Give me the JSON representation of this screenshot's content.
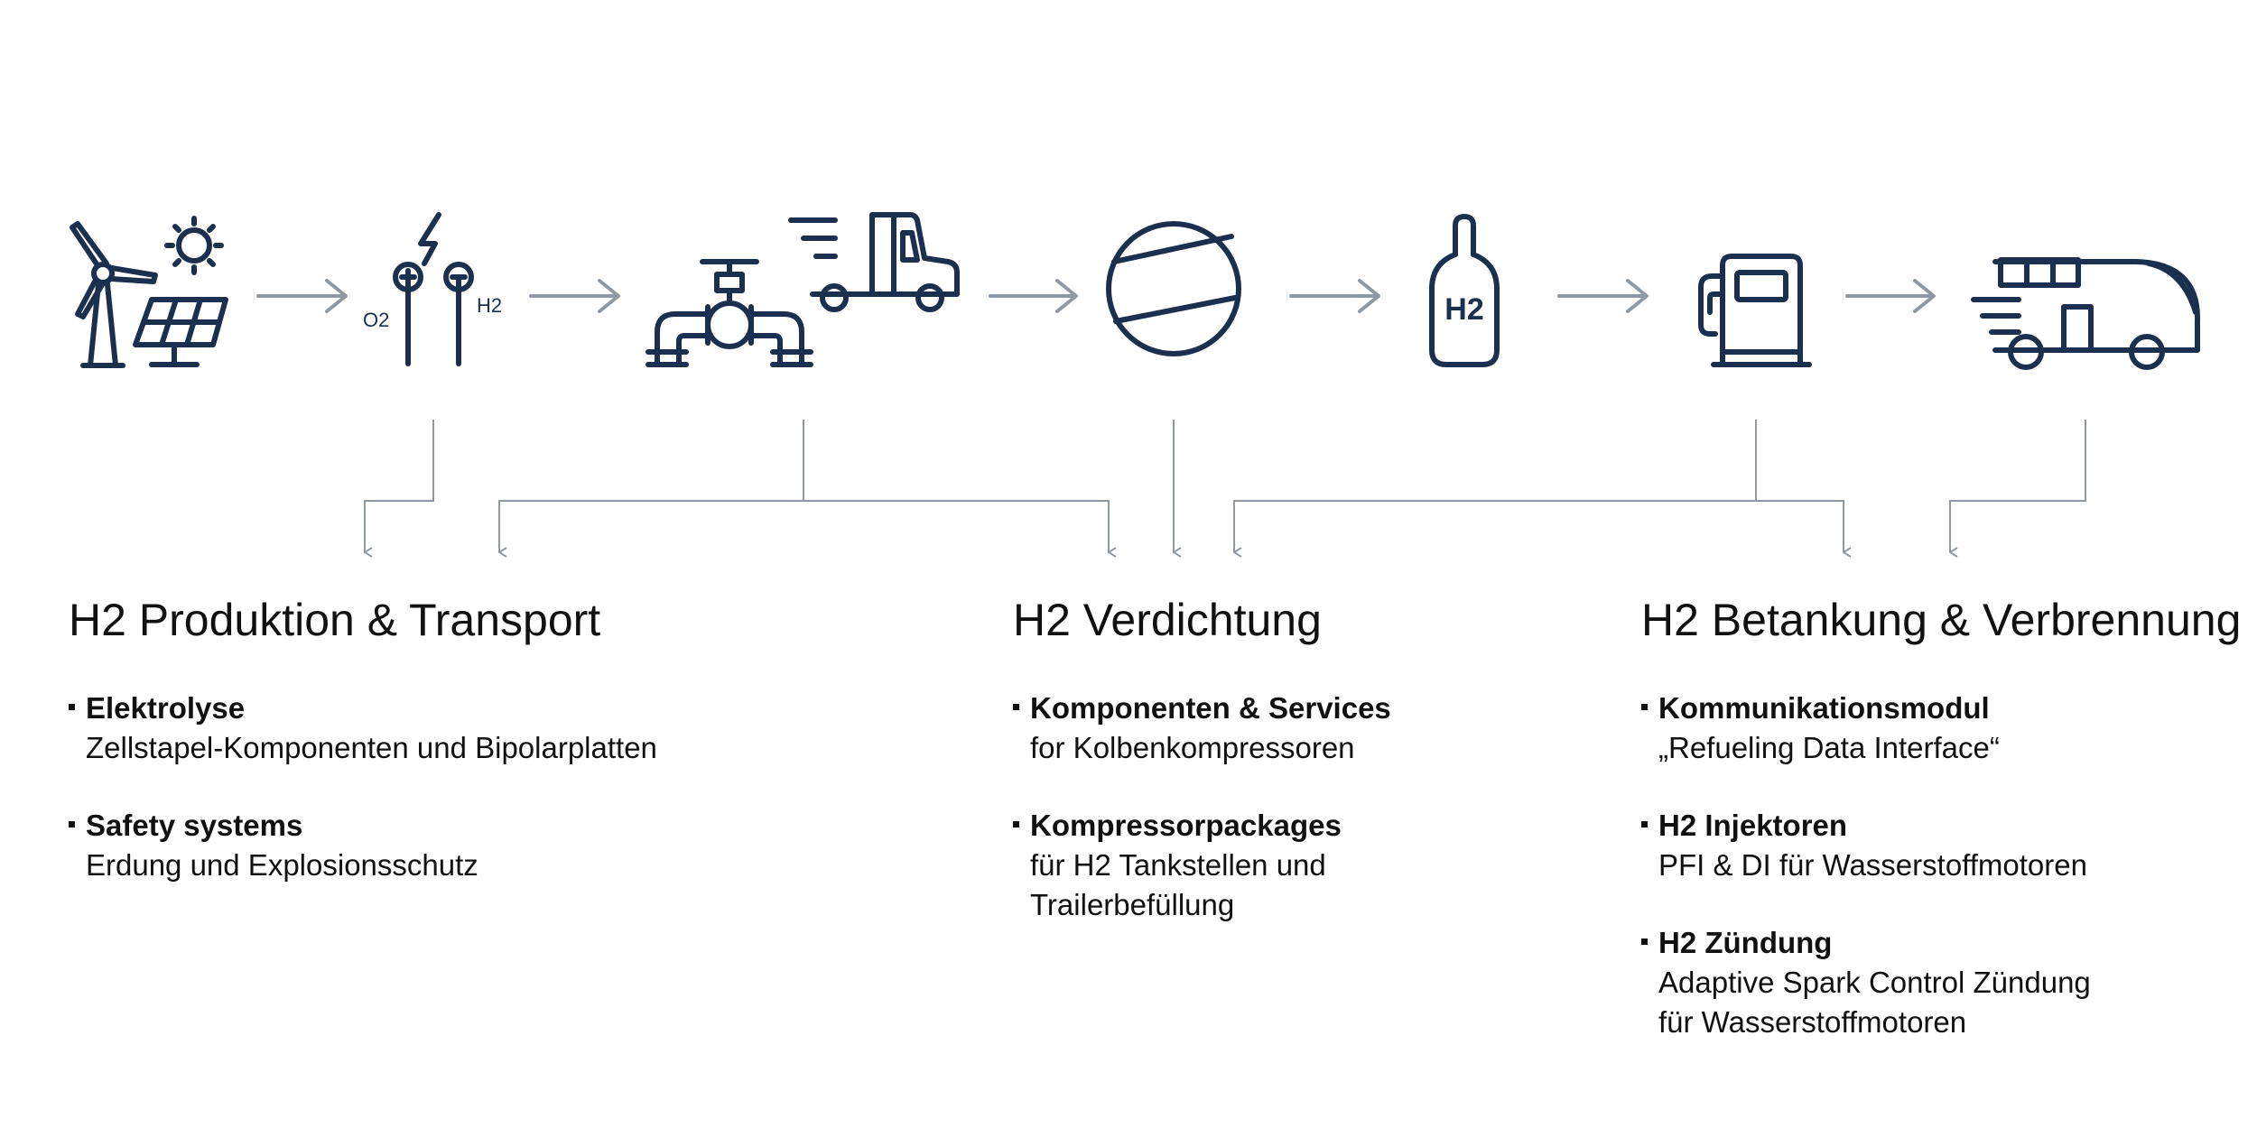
{
  "icons": [
    {
      "name": "wind-solar"
    },
    {
      "name": "electrolyzer",
      "o2_label": "O2",
      "h2_label": "H2"
    },
    {
      "name": "pipeline-truck"
    },
    {
      "name": "compressor"
    },
    {
      "name": "h2-tank",
      "label": "H2"
    },
    {
      "name": "fuel-pump"
    },
    {
      "name": "bus"
    }
  ],
  "columns": [
    {
      "title": "H2 Produktion & Transport",
      "items": [
        {
          "title": "Elektrolyse",
          "lines": [
            "Zellstapel-Komponenten und Bipolarplatten"
          ]
        },
        {
          "title": "Safety systems",
          "lines": [
            "Erdung und Explosionsschutz"
          ]
        }
      ]
    },
    {
      "title": "H2 Verdichtung",
      "items": [
        {
          "title": "Komponenten & Services",
          "lines": [
            "for Kolbenkompressoren"
          ]
        },
        {
          "title": "Kompressorpackages",
          "lines": [
            "für H2 Tankstellen und",
            "Trailerbefüllung"
          ]
        }
      ]
    },
    {
      "title": "H2 Betankung & Verbrennung",
      "items": [
        {
          "title": "Kommunikationsmodul",
          "lines": [
            "„Refueling Data Interface“"
          ]
        },
        {
          "title": "H2 Injektoren",
          "lines": [
            "PFI & DI für Wasserstoffmotoren"
          ]
        },
        {
          "title": "H2 Zündung",
          "lines": [
            "Adaptive Spark Control Zündung",
            "für Wasserstoffmotoren"
          ]
        }
      ]
    }
  ],
  "colors": {
    "icon": "#1b2f4e",
    "arrow": "#9099a1",
    "text": "#111111"
  }
}
